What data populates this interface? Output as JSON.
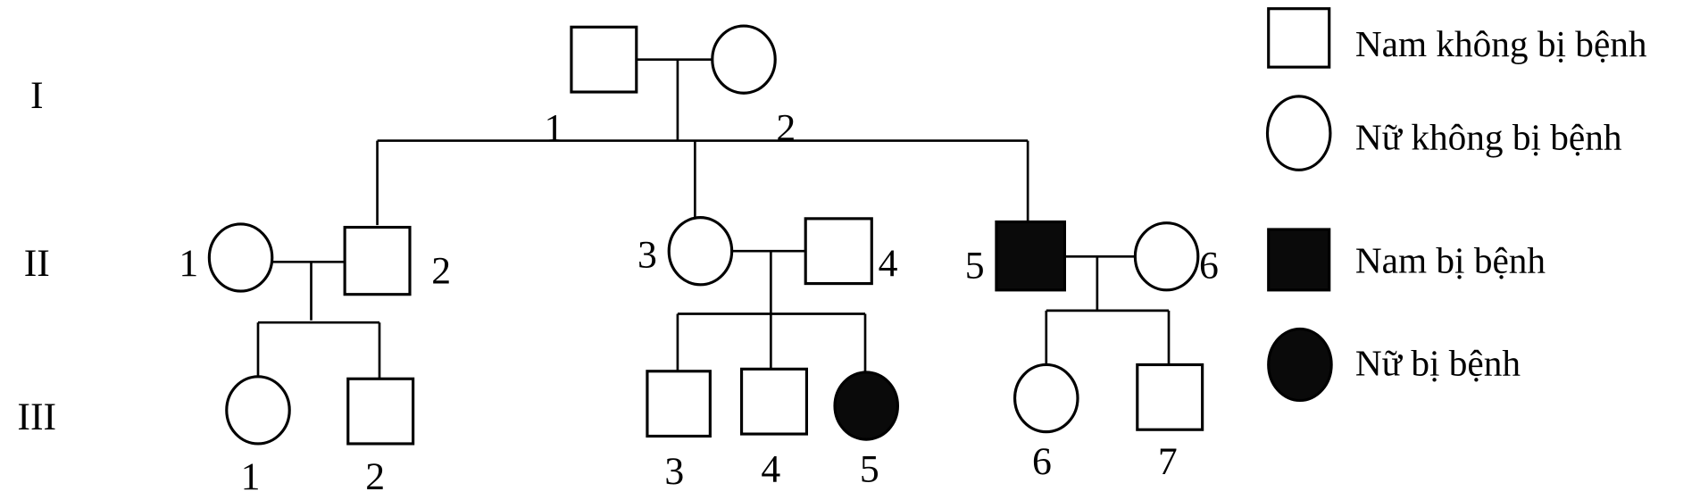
{
  "generations": {
    "g1": "I",
    "g2": "II",
    "g3": "III"
  },
  "individuals": {
    "I_1": {
      "label": "1",
      "sex": "male",
      "affected": false
    },
    "I_2": {
      "label": "2",
      "sex": "female",
      "affected": false
    },
    "II_1": {
      "label": "1",
      "sex": "female",
      "affected": false
    },
    "II_2": {
      "label": "2",
      "sex": "male",
      "affected": false
    },
    "II_3": {
      "label": "3",
      "sex": "female",
      "affected": false
    },
    "II_4": {
      "label": "4",
      "sex": "male",
      "affected": false
    },
    "II_5": {
      "label": "5",
      "sex": "male",
      "affected": true
    },
    "II_6": {
      "label": "6",
      "sex": "female",
      "affected": false
    },
    "III_1": {
      "label": "1",
      "sex": "female",
      "affected": false
    },
    "III_2": {
      "label": "2",
      "sex": "male",
      "affected": false
    },
    "III_3": {
      "label": "3",
      "sex": "male",
      "affected": false
    },
    "III_4": {
      "label": "4",
      "sex": "male",
      "affected": false
    },
    "III_5": {
      "label": "5",
      "sex": "female",
      "affected": true
    },
    "III_6": {
      "label": "6",
      "sex": "female",
      "affected": false
    },
    "III_7": {
      "label": "7",
      "sex": "male",
      "affected": false
    }
  },
  "legend": {
    "male_unaffected": "Nam không bị bệnh",
    "female_unaffected": "Nữ không bị bệnh",
    "male_affected": "Nam bị bệnh",
    "female_affected": "Nữ bị bệnh"
  },
  "colors": {
    "affected": "#0a0a0a",
    "unaffected": "#ffffff",
    "line": "#000000"
  }
}
